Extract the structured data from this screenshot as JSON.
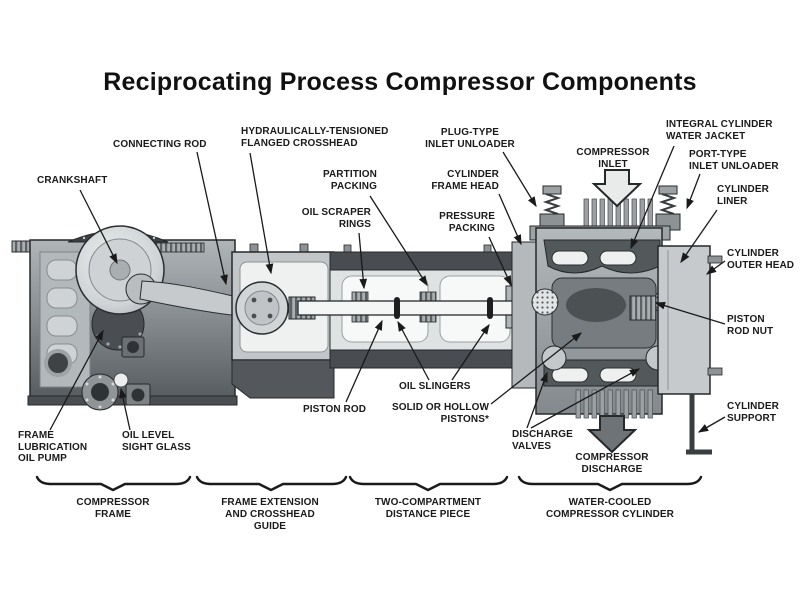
{
  "title": "Reciprocating Process Compressor Components",
  "diagram": {
    "labels": {
      "crankshaft": "CRANKSHAFT",
      "connecting_rod": "CONNECTING ROD",
      "flanged_crosshead": "HYDRAULICALLY-TENSIONED\nFLANGED CROSSHEAD",
      "partition_packing": "PARTITION\nPACKING",
      "oil_scraper_rings": "OIL SCRAPER\nRINGS",
      "plug_type_inlet_unloader": "PLUG-TYPE\nINLET UNLOADER",
      "cylinder_frame_head": "CYLINDER\nFRAME HEAD",
      "pressure_packing": "PRESSURE\nPACKING",
      "compressor_inlet": "COMPRESSOR\nINLET",
      "integral_cylinder_water_jacket": "INTEGRAL CYLINDER\nWATER JACKET",
      "port_type_inlet_unloader": "PORT-TYPE\nINLET UNLOADER",
      "cylinder_liner": "CYLINDER\nLINER",
      "cylinder_outer_head": "CYLINDER\nOUTER HEAD",
      "piston_rod_nut": "PISTON\nROD NUT",
      "cylinder_support": "CYLINDER\nSUPPORT",
      "frame_lubrication_oil_pump": "FRAME\nLUBRICATION\nOIL PUMP",
      "oil_level_sight_glass": "OIL LEVEL\nSIGHT GLASS",
      "piston_rod": "PISTON ROD",
      "oil_slingers": "OIL SLINGERS",
      "solid_or_hollow_pistons": "SOLID OR HOLLOW\nPISTONS*",
      "discharge_valves": "DISCHARGE\nVALVES",
      "compressor_discharge": "COMPRESSOR\nDISCHARGE"
    },
    "sections": [
      {
        "label": "COMPRESSOR\nFRAME"
      },
      {
        "label": "FRAME EXTENSION\nAND CROSSHEAD\nGUIDE"
      },
      {
        "label": "TWO-COMPARTMENT\nDISTANCE PIECE"
      },
      {
        "label": "WATER-COOLED\nCOMPRESSOR CYLINDER"
      }
    ],
    "colors": {
      "background": "#ffffff",
      "label_text": "#1a1a1a",
      "outline": "#26292b",
      "frame_dark": "#53585c",
      "metal_mid": "#9aa0a3",
      "metal_light": "#c9cdcf",
      "inlet_arrow": "#e9ebeb",
      "discharge_arrow": "#6e7377"
    }
  }
}
